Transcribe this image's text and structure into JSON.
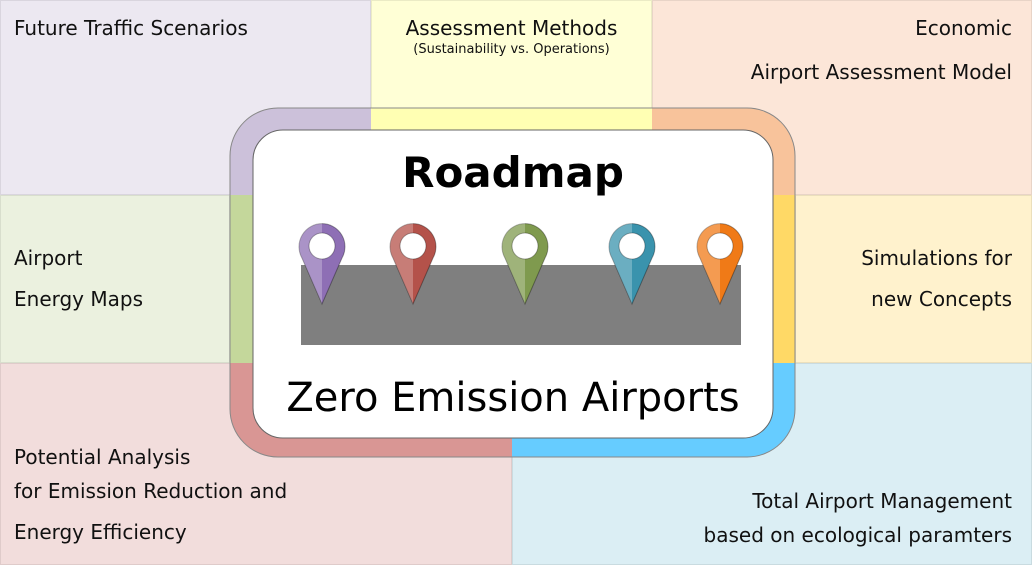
{
  "panels": {
    "future_traffic": {
      "label": "Future Traffic Scenarios",
      "color": "#ece8f1"
    },
    "assessment": {
      "label": "Assessment Methods",
      "sub": "(Sustainability vs. Operations)",
      "color": "#ffffd6"
    },
    "economic": {
      "line1": "Economic",
      "line2": "Airport Assessment Model",
      "color": "#fce6d8"
    },
    "energy_maps": {
      "line1": "Airport",
      "line2": "Energy Maps",
      "color": "#ebf1df"
    },
    "simulations": {
      "line1": "Simulations for",
      "line2": "new Concepts",
      "color": "#fff2cd"
    },
    "potential": {
      "line1": "Potential Analysis",
      "line2": "for Emission Reduction and",
      "line3": "Energy Efficiency",
      "color": "#f2dddc"
    },
    "total_mgmt": {
      "line1": "Total Airport Management",
      "line2": "based on ecological paramters",
      "color": "#dbeef4"
    }
  },
  "center": {
    "title": "Roadmap",
    "subtitle": "Zero Emission Airports",
    "ring_colors": {
      "top_left": "#ccc1da",
      "top": "#ffffb3",
      "top_right": "#f8c39b",
      "left": "#c4d79b",
      "right": "#ffd966",
      "bottom_left": "#d99694",
      "bottom_right": "#66ccff"
    },
    "pins": [
      {
        "name": "purple",
        "color": "#8e6fb5"
      },
      {
        "name": "red",
        "color": "#b4524a"
      },
      {
        "name": "green",
        "color": "#7f9a4e"
      },
      {
        "name": "blue",
        "color": "#3a93ad"
      },
      {
        "name": "orange",
        "color": "#f07a17"
      }
    ]
  }
}
